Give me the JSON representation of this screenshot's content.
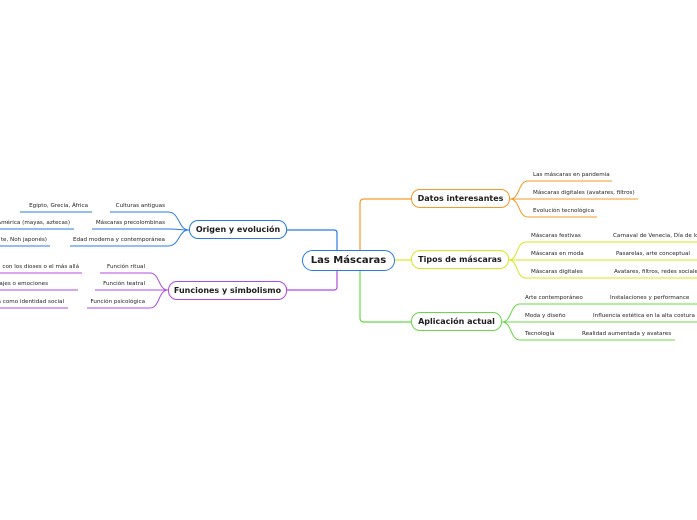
{
  "root": {
    "label": "Las Máscaras"
  },
  "colors": {
    "origen": "#2a7be0",
    "funciones": "#b04be0",
    "datos": "#f39a2a",
    "tipos": "#d8e61e",
    "aplicacion": "#68d84a"
  },
  "branches": {
    "origen": {
      "label": "Origen y evolución",
      "items": [
        {
          "label": "Culturas antiguas",
          "detail": "Egipto, Grecia, África"
        },
        {
          "label": "Máscaras precolombinas",
          "detail": "América (mayas, aztecas)"
        },
        {
          "label": "Edad moderna y contemporánea",
          "detail": "te, Noh japonés)"
        }
      ]
    },
    "funciones": {
      "label": "Funciones y simbolismo",
      "items": [
        {
          "label": "Función ritual",
          "detail": "con los dioses o el más allá"
        },
        {
          "label": "Función teatral",
          "detail": "de personajes o emociones"
        },
        {
          "label": "Función psicológica",
          "detail": "a como identidad social"
        }
      ]
    },
    "datos": {
      "label": "Datos interesantes",
      "items": [
        {
          "label": "Las máscaras en pandemia"
        },
        {
          "label": "Máscaras digitales (avatares, filtros)"
        },
        {
          "label": "Evolución tecnológica"
        }
      ]
    },
    "tipos": {
      "label": "Tipos de máscaras",
      "items": [
        {
          "label": "Máscaras festivas",
          "detail": "Carnaval de Venecia, Día de los"
        },
        {
          "label": "Máscaras en moda",
          "detail": "Pasarelas, arte conceptual"
        },
        {
          "label": "Máscaras digitales",
          "detail": "Avatares, filtros, redes sociales"
        }
      ]
    },
    "aplicacion": {
      "label": "Aplicación actual",
      "items": [
        {
          "label": "Arte contemporáneo",
          "detail": "Instalaciones y performance"
        },
        {
          "label": "Moda y diseño",
          "detail": "Influencia estética en la alta costura"
        },
        {
          "label": "Tecnología",
          "detail": "Realidad aumentada y avatares"
        }
      ]
    }
  }
}
